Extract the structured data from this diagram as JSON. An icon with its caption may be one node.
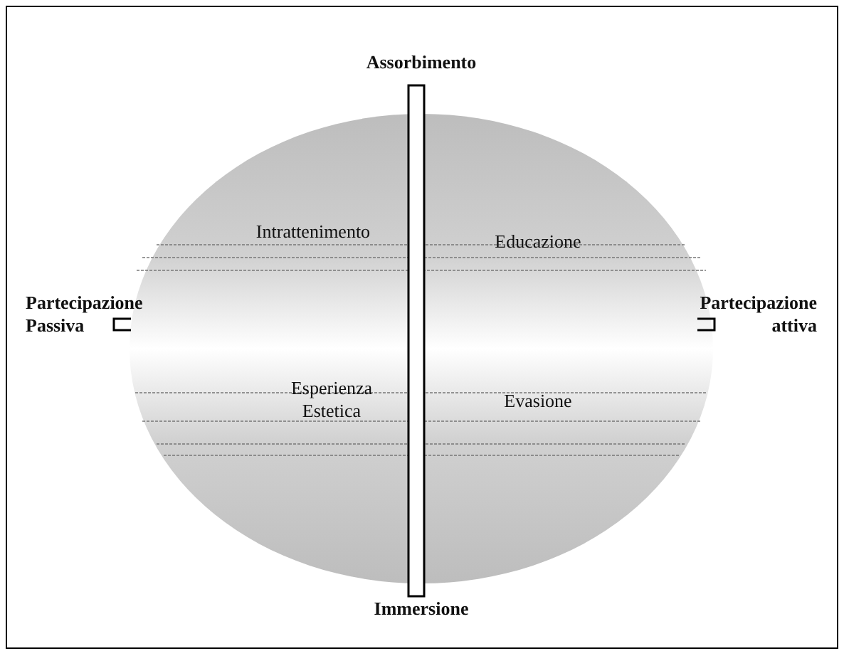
{
  "diagram": {
    "labels": [
      "Assorbimento",
      "Intrattenimento",
      "Educazione",
      "Partecipazione Passiva",
      "Partecipazione attiva",
      "Esperienza Estetica",
      "Evasione",
      "Immersione"
    ]
  }
}
